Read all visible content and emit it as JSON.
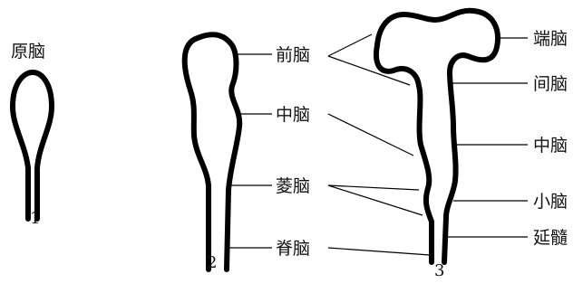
{
  "stage1": {
    "number": "1",
    "label": "原脑"
  },
  "stage2": {
    "number": "2",
    "labels": {
      "forebrain": "前脑",
      "midbrain": "中脑",
      "hindbrain": "菱脑",
      "spinal_cord": "脊脑"
    }
  },
  "stage3": {
    "number": "3",
    "labels": {
      "telencephalon": "端脑",
      "diencephalon": "间脑",
      "midbrain": "中脑",
      "cerebellum": "小脑",
      "medulla": "延髓"
    }
  }
}
